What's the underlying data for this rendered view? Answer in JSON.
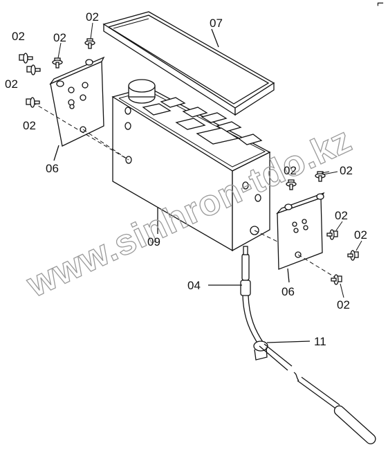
{
  "labels": {
    "bolt": "02",
    "lid": "07",
    "bracket": "06",
    "battery": "09",
    "sensor": "04",
    "clamp": "11"
  },
  "corner_mark": "⌐",
  "watermark": "www.sinhron-tdo.kz"
}
